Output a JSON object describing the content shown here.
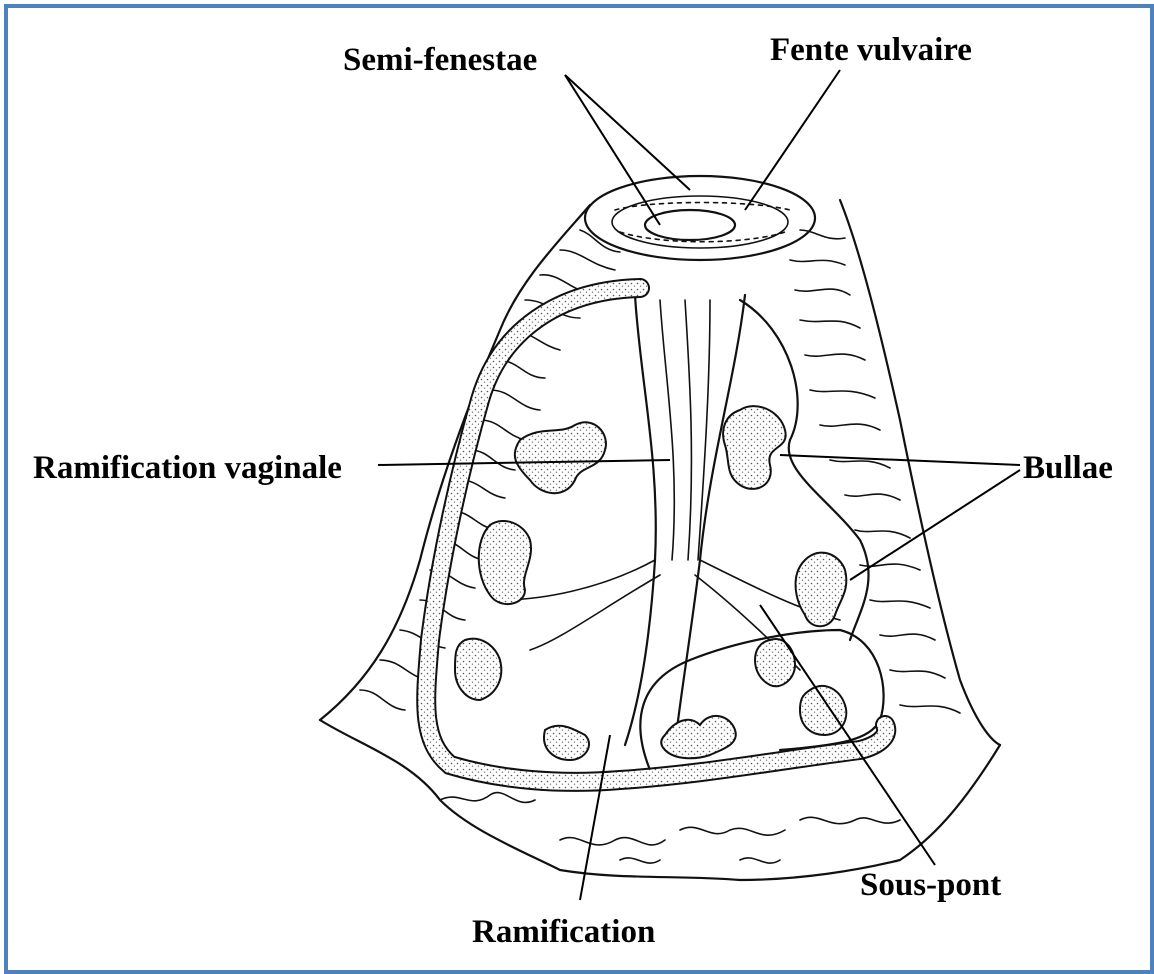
{
  "figure": {
    "border_color": "#4f81bd",
    "labels": {
      "semi_fenestae": "Semi-fenestae",
      "fente_vulvaire": "Fente vulvaire",
      "ramification_vaginale": "Ramification vaginale",
      "bullae": "Bullae",
      "sous_pont": "Sous-pont",
      "ramification": "Ramification"
    }
  }
}
